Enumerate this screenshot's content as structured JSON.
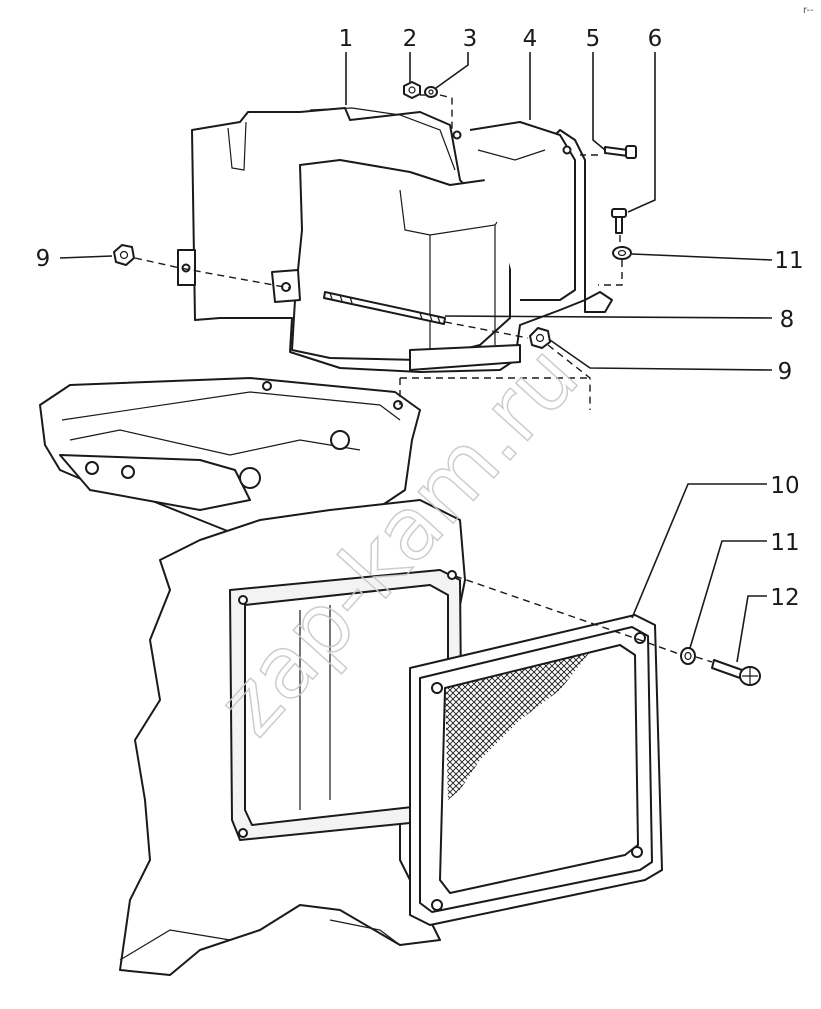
{
  "watermark": "zap-kam.ru",
  "corner_mark": "r--",
  "callouts": [
    {
      "id": "c1",
      "label": "1"
    },
    {
      "id": "c2",
      "label": "2"
    },
    {
      "id": "c3",
      "label": "3"
    },
    {
      "id": "c4",
      "label": "4"
    },
    {
      "id": "c5",
      "label": "5"
    },
    {
      "id": "c6",
      "label": "6"
    },
    {
      "id": "c9a",
      "label": "9"
    },
    {
      "id": "c11a",
      "label": "11"
    },
    {
      "id": "c8",
      "label": "8"
    },
    {
      "id": "c9b",
      "label": "9"
    },
    {
      "id": "c10",
      "label": "10"
    },
    {
      "id": "c11b",
      "label": "11"
    },
    {
      "id": "c12",
      "label": "12"
    }
  ]
}
